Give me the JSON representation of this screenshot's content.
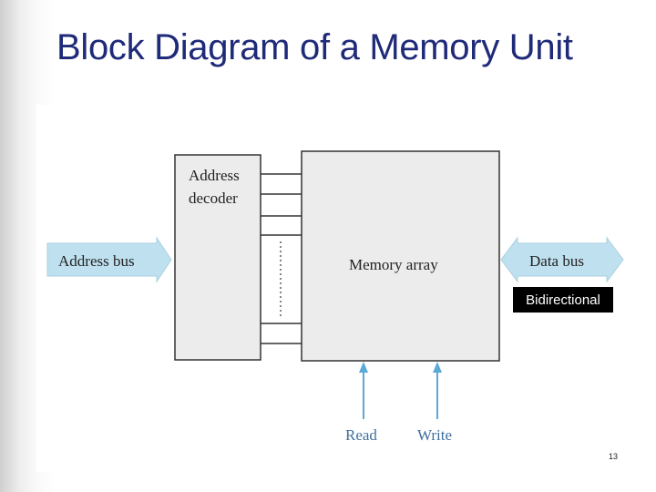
{
  "slide": {
    "title": "Block Diagram of a Memory Unit",
    "page_number": "13"
  },
  "diagram": {
    "address_bus_label": "Address bus",
    "address_decoder_label_line1": "Address",
    "address_decoder_label_line2": "decoder",
    "memory_array_label": "Memory array",
    "data_bus_label": "Data bus",
    "data_bus_note": "Bidirectional",
    "read_label": "Read",
    "write_label": "Write"
  },
  "colors": {
    "title": "#1f2a78",
    "bus_arrow_fill": "#bfe0ef",
    "block_fill": "#ececec",
    "control_arrow": "#5aaad6",
    "line": "#333333"
  }
}
